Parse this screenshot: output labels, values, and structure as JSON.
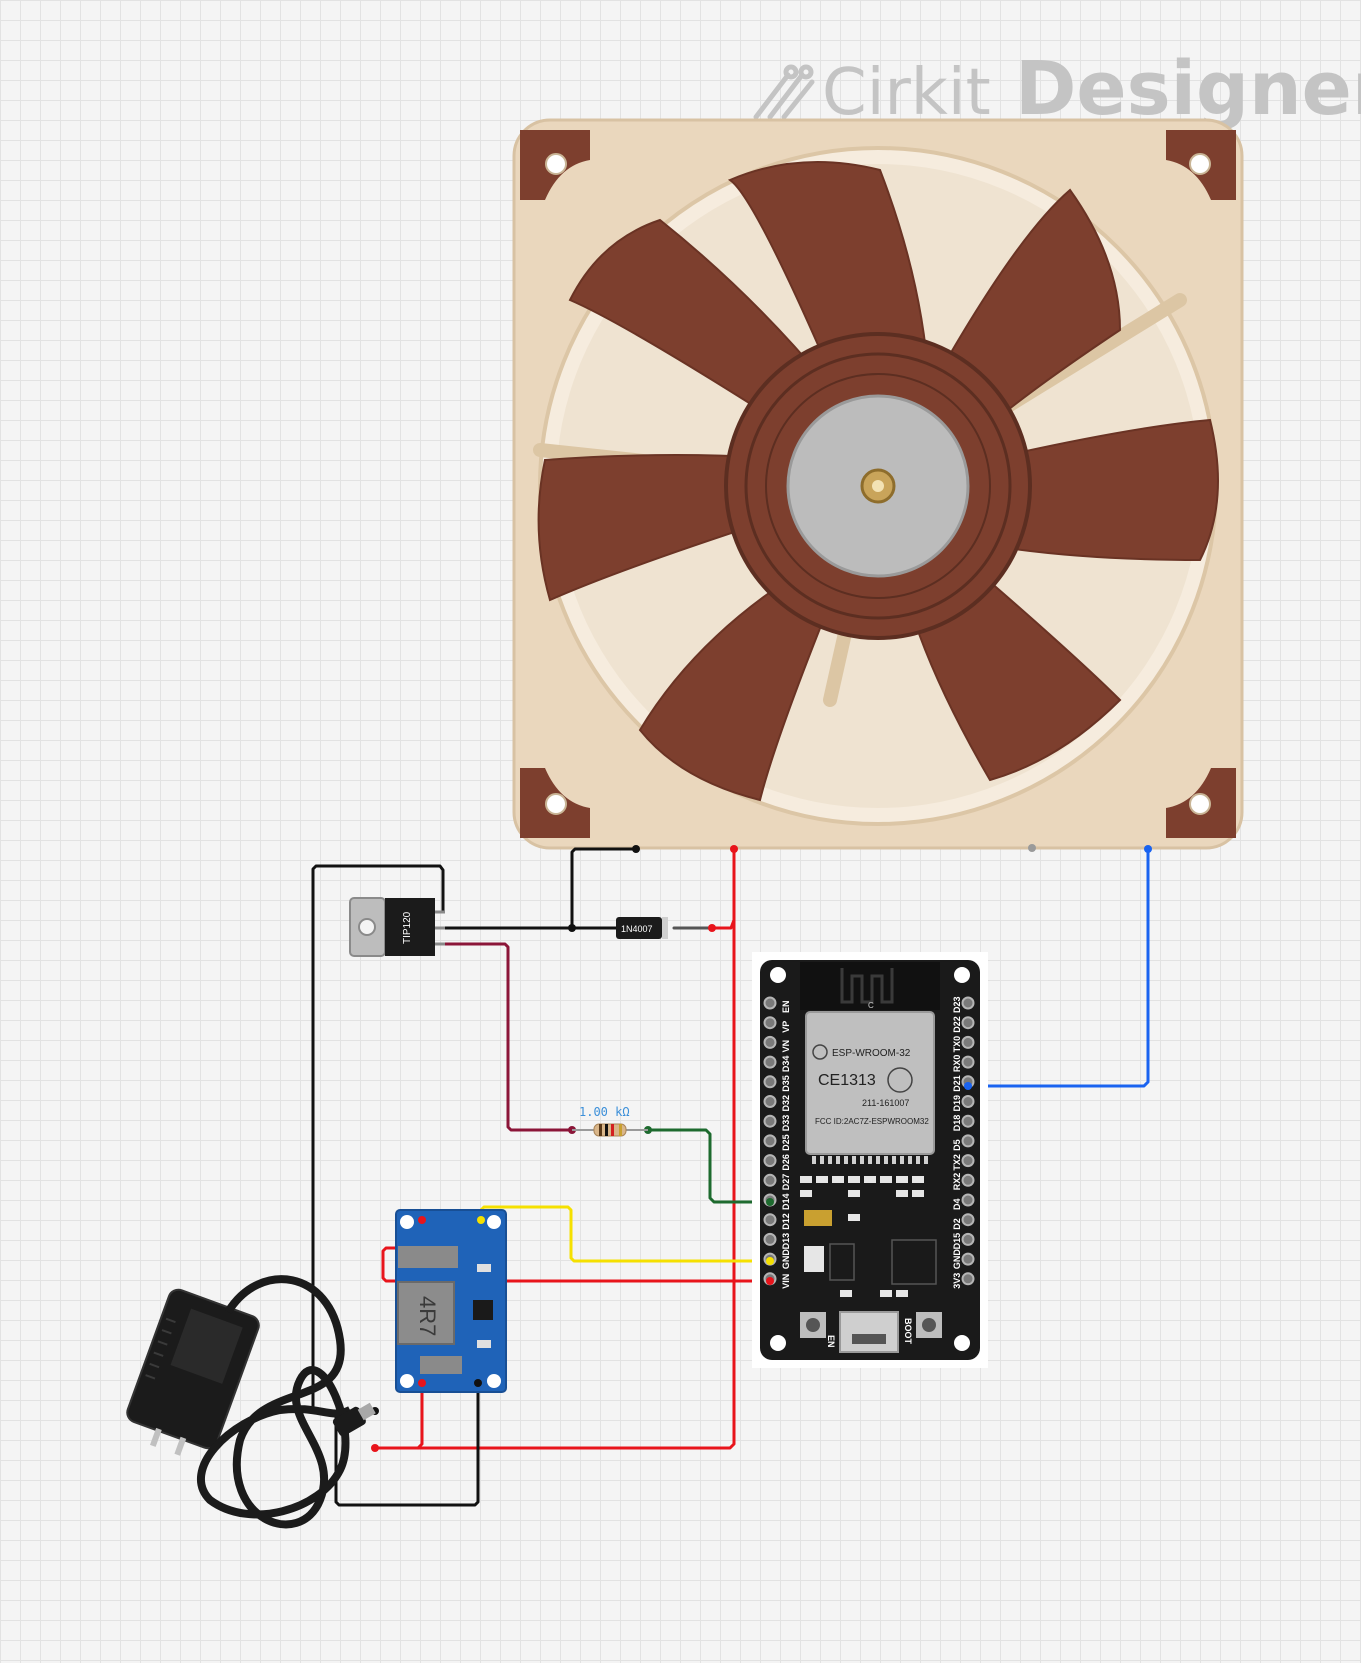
{
  "brand": {
    "name_light": "Cirkit",
    "name_bold": "Designer"
  },
  "colors": {
    "background": "#f4f4f4",
    "grid": "#e2e2e2",
    "wire_black": "#111111",
    "wire_red": "#e8141b",
    "wire_blue": "#1a63f0",
    "wire_yellow": "#f5e000",
    "wire_green": "#1d6a2e",
    "wire_maroon": "#8b1538",
    "fan_frame": "#ead7bd",
    "fan_blade": "#7d3f2e",
    "esp32_board": "#1a1a1a",
    "buck_board": "#1f63b8"
  },
  "components": {
    "fan": {
      "icon": "cooling-fan-icon"
    },
    "transistor": {
      "label": "TIP120"
    },
    "diode": {
      "label": "1N4007"
    },
    "resistor": {
      "label": "1.00 kΩ"
    },
    "buck_converter": {
      "inductor_label": "4R7"
    },
    "power_adapter": {
      "icon": "wall-adapter-icon"
    },
    "esp32": {
      "module_name": "ESP-WROOM-32",
      "ce_mark": "CE1313",
      "cert_code": "211-161007",
      "fcc_id": "FCC ID:2AC7Z-ESPWROOM32",
      "shield_letter": "C",
      "left_pins": [
        "EN",
        "VP",
        "VN",
        "D34",
        "D35",
        "D32",
        "D33",
        "D25",
        "D26",
        "D27",
        "D14",
        "D12",
        "D13",
        "GND",
        "VIN"
      ],
      "right_pins": [
        "D23",
        "D22",
        "TX0",
        "RX0",
        "D21",
        "D19",
        "D18",
        "D5",
        "TX2",
        "RX2",
        "D4",
        "D2",
        "D15",
        "GND",
        "3V3"
      ],
      "button_en": "EN",
      "button_boot": "BOOT"
    }
  }
}
